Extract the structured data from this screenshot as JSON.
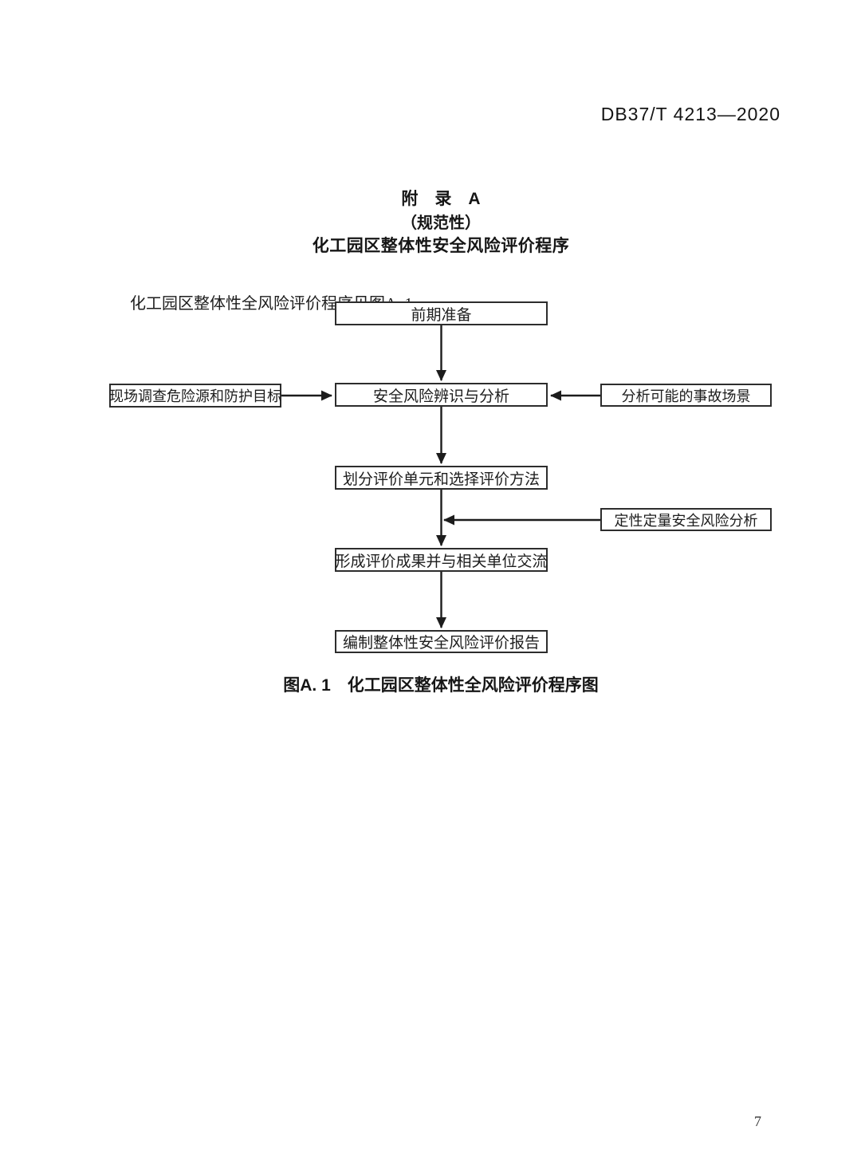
{
  "document": {
    "header_code": "DB37/T 4213—2020",
    "page_number": "7"
  },
  "appendix": {
    "title": "附　录　A",
    "subtitle": "（规范性）",
    "heading": "化工园区整体性安全风险评价程序",
    "intro_text": "化工园区整体性全风险评价程序见图A. 1。",
    "figure_caption": "图A. 1　化工园区整体性全风险评价程序图"
  },
  "chart_data": {
    "type": "flowchart",
    "title": "图A.1 化工园区整体性全风险评价程序图",
    "nodes": [
      {
        "id": "prep",
        "label": "前期准备",
        "column": "center",
        "row": 1
      },
      {
        "id": "survey",
        "label": "现场调查危险源和防护目标",
        "column": "left",
        "row": 2
      },
      {
        "id": "identify",
        "label": "安全风险辨识与分析",
        "column": "center",
        "row": 2
      },
      {
        "id": "scenario",
        "label": "分析可能的事故场景",
        "column": "right",
        "row": 2
      },
      {
        "id": "divide",
        "label": "划分评价单元和选择评价方法",
        "column": "center",
        "row": 3
      },
      {
        "id": "qualquant",
        "label": "定性定量安全风险分析",
        "column": "right",
        "row": 4
      },
      {
        "id": "results",
        "label": "形成评价成果并与相关单位交流",
        "column": "center",
        "row": 5
      },
      {
        "id": "report",
        "label": "编制整体性安全风险评价报告",
        "column": "center",
        "row": 6
      }
    ],
    "edges": [
      {
        "from": "前期准备",
        "to": "安全风险辨识与分析"
      },
      {
        "from": "现场调查危险源和防护目标",
        "to": "安全风险辨识与分析"
      },
      {
        "from": "分析可能的事故场景",
        "to": "安全风险辨识与分析"
      },
      {
        "from": "安全风险辨识与分析",
        "to": "划分评价单元和选择评价方法"
      },
      {
        "from": "划分评价单元和选择评价方法",
        "to": "形成评价成果并与相关单位交流"
      },
      {
        "from": "定性定量安全风险分析",
        "to": "形成评价成果并与相关单位交流"
      },
      {
        "from": "形成评价成果并与相关单位交流",
        "to": "编制整体性安全风险评价报告"
      }
    ],
    "line_color": "#1c1c1c",
    "box_border_color": "#2d2d2d",
    "background": "#ffffff"
  }
}
